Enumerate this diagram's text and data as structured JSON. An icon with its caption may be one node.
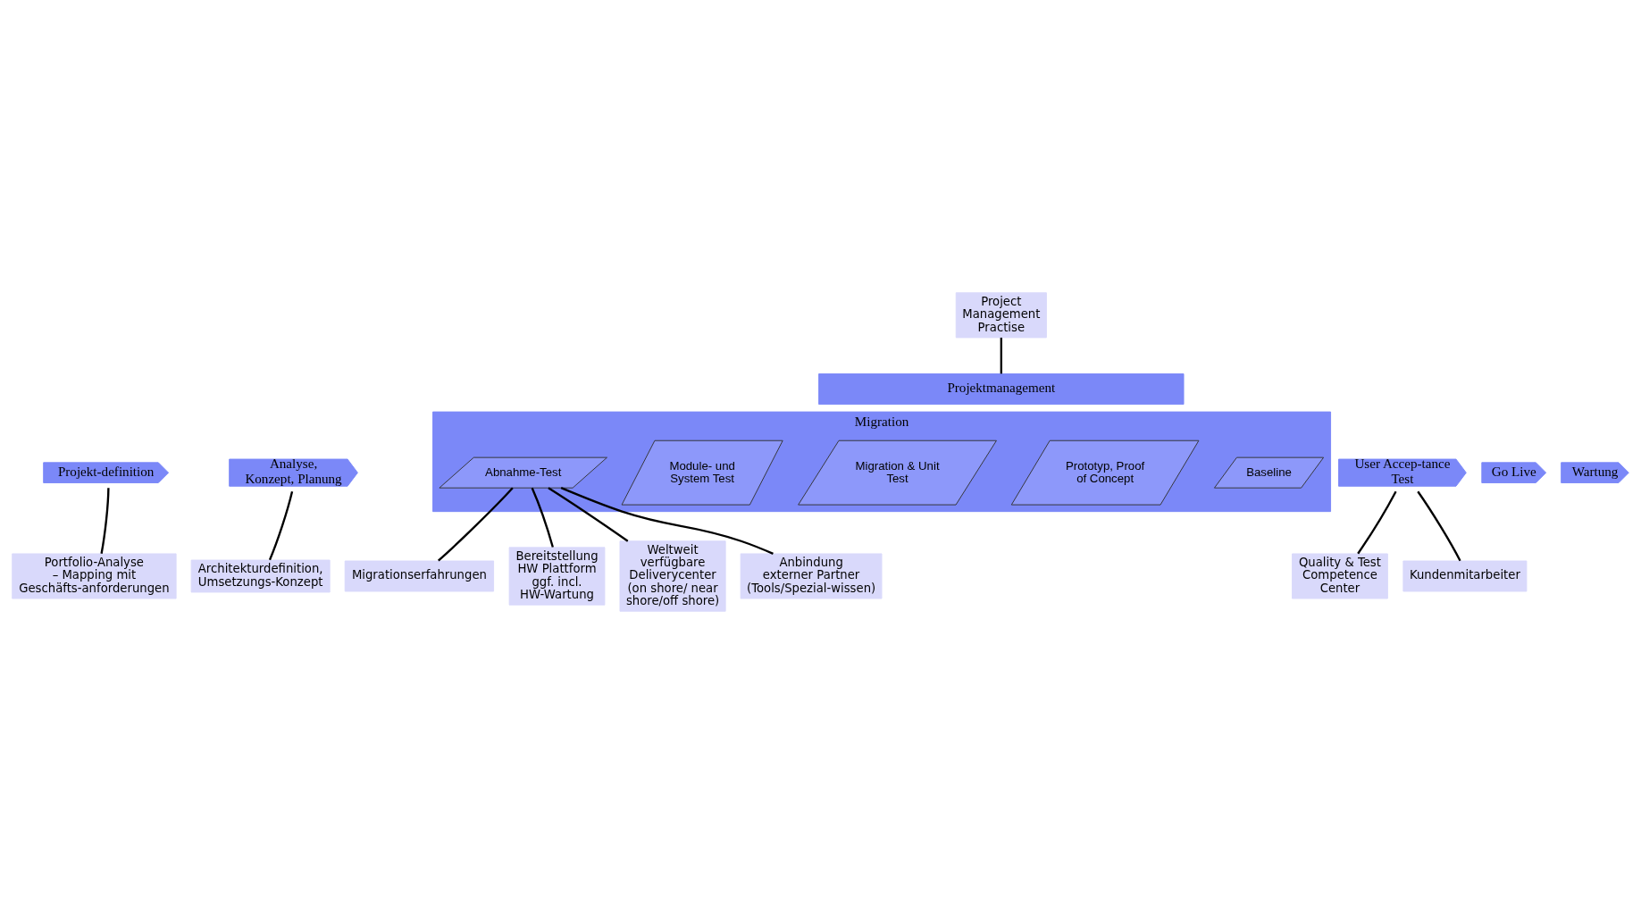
{
  "diagram": {
    "nodes": [
      {
        "text": [
          "Projektmanagement"
        ]
      },
      {
        "text": [
          "Projekt-definition"
        ]
      },
      {
        "text": [
          "Analyse, Konzept, Planung"
        ]
      },
      {
        "text": [
          "Migration"
        ]
      },
      {
        "text": [
          "Baseline"
        ],
        "in": 3
      },
      {
        "text": [
          "Prototyp, Proof of Concept"
        ],
        "in": 3
      },
      {
        "text": [
          "Migration & Unit Test"
        ],
        "in": 3
      },
      {
        "text": [
          "Module- und System Test"
        ],
        "in": 3
      },
      {
        "text": [
          "Abnahme-Test"
        ],
        "in": 3
      },
      {
        "text": [
          "User Accep-tance Test"
        ]
      },
      {
        "text": [
          "Go Live"
        ]
      },
      {
        "text": [
          "Wartung"
        ]
      },
      {
        "text": [
          "Project Management Practise"
        ]
      },
      {
        "text": [
          "Portfolio-Analyse – Mapping mit Geschäfts-anforderungen"
        ]
      },
      {
        "text": [
          "Architekturdefinition, Umsetzungs-Konzept"
        ]
      },
      {
        "text": [
          "Migrationserfahrungen"
        ]
      },
      {
        "text": [
          "Bereitstellung HW Plattform ggf. incl. HW-Wartung"
        ]
      },
      {
        "text": [
          "Weltweit verfügbare Deliverycenter (on shore/ near shore/off shore)"
        ]
      },
      {
        "text": [
          "Anbindung externer Partner (Tools/Spezial-wissen)"
        ]
      },
      {
        "text": [
          "Quality & Test Competence Center"
        ]
      },
      {
        "text": [
          "Kundenmitarbeiter"
        ]
      }
    ],
    "edges": [
      {
        "from": 12,
        "to": 0,
        "arrow": "none"
      },
      {
        "from": 13,
        "to": 1,
        "arrow": "none"
      },
      {
        "from": 14,
        "to": 2,
        "arrow": "none"
      },
      {
        "from": 15,
        "to": 8,
        "arrow": "none"
      },
      {
        "from": 16,
        "to": 8,
        "arrow": "none"
      },
      {
        "from": 17,
        "to": 8,
        "arrow": "none"
      },
      {
        "from": 18,
        "to": 8,
        "arrow": "none"
      },
      {
        "from": 19,
        "to": 9,
        "arrow": "none"
      },
      {
        "from": 20,
        "to": 9,
        "arrow": "none"
      }
    ]
  }
}
